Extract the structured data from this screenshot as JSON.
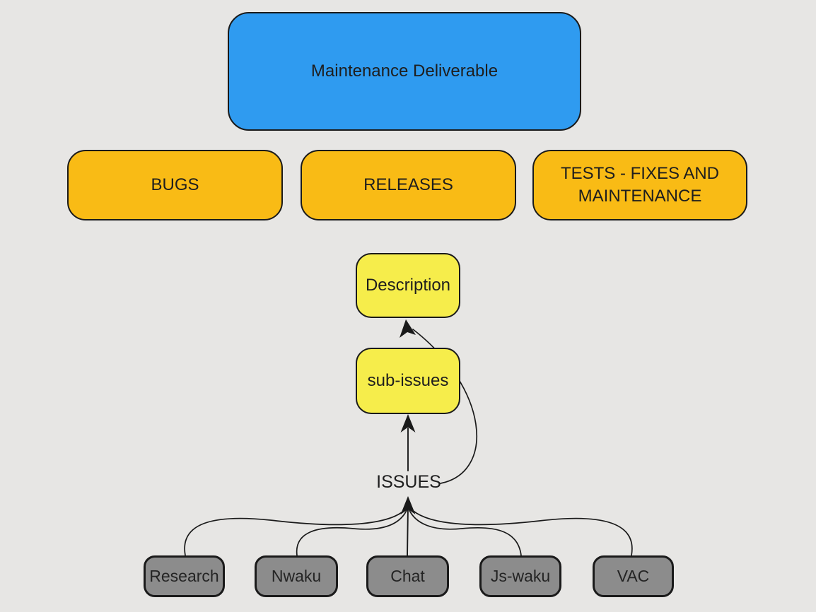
{
  "diagram": {
    "background": "#e7e6e4",
    "stroke_color": "#1a1a1a",
    "text_color": "#1e1e1e",
    "palette": {
      "blue": "#2f9bf0",
      "amber": "#f9bb15",
      "yellow": "#f6ed4b",
      "gray": "#8c8c8c"
    },
    "nodes": {
      "maintenance": {
        "label": "Maintenance Deliverable",
        "fill": "#2f9bf0"
      },
      "bugs": {
        "label": "BUGS",
        "fill": "#f9bb15"
      },
      "releases": {
        "label": "RELEASES",
        "fill": "#f9bb15"
      },
      "tests": {
        "label": "TESTS - FIXES AND MAINTENANCE",
        "fill": "#f9bb15"
      },
      "description": {
        "label": "Description",
        "fill": "#f6ed4b"
      },
      "sub_issues": {
        "label": "sub-issues",
        "fill": "#f6ed4b"
      },
      "issues": {
        "label": "ISSUES",
        "fill": "none"
      },
      "research": {
        "label": "Research",
        "fill": "#8c8c8c"
      },
      "nwaku": {
        "label": "Nwaku",
        "fill": "#8c8c8c"
      },
      "chat": {
        "label": "Chat",
        "fill": "#8c8c8c"
      },
      "js_waku": {
        "label": "Js-waku",
        "fill": "#8c8c8c"
      },
      "vac": {
        "label": "VAC",
        "fill": "#8c8c8c"
      }
    },
    "edges": [
      {
        "from": "ISSUES",
        "to": "sub-issues",
        "style": "straight arrow up"
      },
      {
        "from": "ISSUES",
        "to": "Description",
        "style": "curved arrow around right of sub-issues"
      },
      {
        "from": "Research",
        "to": "ISSUES",
        "style": "curved, converging arrow"
      },
      {
        "from": "Nwaku",
        "to": "ISSUES",
        "style": "curved, converging arrow"
      },
      {
        "from": "Chat",
        "to": "ISSUES",
        "style": "straight, converging arrow"
      },
      {
        "from": "Js-waku",
        "to": "ISSUES",
        "style": "curved, converging arrow"
      },
      {
        "from": "VAC",
        "to": "ISSUES",
        "style": "curved, converging arrow"
      }
    ]
  }
}
